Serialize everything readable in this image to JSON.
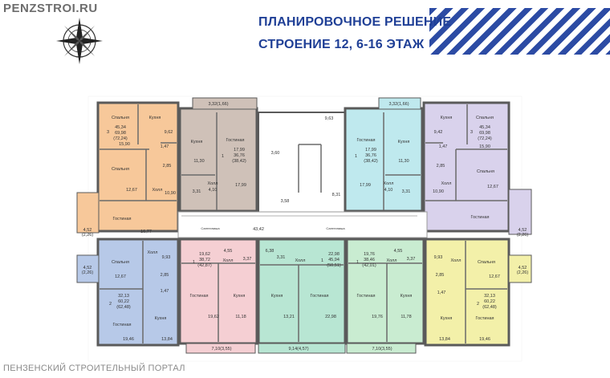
{
  "watermark_top": "PENZSTROI.RU",
  "watermark_bottom": "ПЕНЗЕНСКИЙ СТРОИТЕЛЬНЫЙ ПОРТАЛ",
  "title_line1": "ПЛАНИРОВОЧНОЕ РЕШЕНИЕ",
  "title_line2": "СТРОЕНИЕ 12, 6-16 ЭТАЖ",
  "colors": {
    "orange": "#f7c89a",
    "brown": "#cfc1b8",
    "cyan": "#bfe9ee",
    "lavender": "#d9d2ec",
    "blue": "#b7c9e8",
    "pink": "#f5cfd3",
    "green": "#b8e6d3",
    "lightgreen": "#c9ecd1",
    "yellow": "#f3f0a9",
    "wall": "#5a5a5a",
    "accent": "#2c4ba4"
  },
  "labels": {
    "ol_spalnya_a": "Спальня",
    "ol_kuhnya": "Кухня",
    "ol_rooms": "3",
    "ol_a1": "45,34",
    "ol_a2": "69,98",
    "ol_a3": "(72,24)",
    "ol_962": "9,62",
    "ol_1590": "15,90",
    "ol_147": "1,47",
    "ol_285": "2,85",
    "ol_spalnya_b": "Спальня",
    "ol_1267": "12,67",
    "ol_holl": "Холл",
    "ol_1090": "10,90",
    "ol_gostinaya": "Гостиная",
    "ol_1677": "16,77",
    "ol_balc": "4,52",
    "ol_balc2": "(2,26)",
    "ib_balc": "3,32(1,66)",
    "ib_kuhnya": "Кухня",
    "ib_gostinaya": "Гостиная",
    "ib_rooms": "1",
    "ib_a1": "17,99",
    "ib_a2": "36,76",
    "ib_a3": "(38,42)",
    "ib_1130": "11,30",
    "ib_1799": "17,99",
    "ib_331": "3,31",
    "ib_holl": "Холл",
    "ib_410": "4,10",
    "c_963": "9,63",
    "c_360": "3,60",
    "c_358": "3,58",
    "c_831": "8,31",
    "c_4342": "43,42",
    "c_sl": "Сантехниша",
    "c_sr": "Сантехниша",
    "ic_balc": "3,32(1,66)",
    "ic_gostinaya": "Гостиная",
    "ic_kuhnya": "Кухня",
    "ic_rooms": "1",
    "ic_a1": "17,99",
    "ic_a2": "36,76",
    "ic_a3": "(38,42)",
    "ic_1799": "17,99",
    "ic_1130": "11,30",
    "ic_holl": "Холл",
    "ic_410": "4,10",
    "ic_331": "3,31",
    "or_kuhnya": "Кухня",
    "or_spalnya_a": "Спальня",
    "or_rooms": "3",
    "or_a1": "45,34",
    "or_a2": "69,98",
    "or_a3": "(72,24)",
    "or_942": "9,42",
    "or_1590": "15,90",
    "or_147": "1,47",
    "or_285": "2,85",
    "or_spalnya_b": "Спальня",
    "or_holl": "Холл",
    "or_1090": "10,90",
    "or_1267": "12,67",
    "or_gostinaya": "Гостиная",
    "or_balc": "4,52",
    "or_balc2": "(2,26)",
    "bl_balc": "4,52",
    "bl_balc2": "(2,26)",
    "bl_holl": "Холл",
    "bl_993": "9,93",
    "bl_spalnya": "Спальня",
    "bl_1267": "12,67",
    "bl_285": "2,85",
    "bl_147": "1,47",
    "bl_rooms": "2",
    "bl_a1": "32,13",
    "bl_a2": "60,22",
    "bl_a3": "(62,48)",
    "bl_gostinaya": "Гостиная",
    "bl_kuhnya": "Кухня",
    "bl_1946": "19,46",
    "bl_1384": "13,84",
    "bp_455": "4,55",
    "bp_rooms": "1",
    "bp_a1": "19,62",
    "bp_a2": "38,72",
    "bp_a3": "(42,87)",
    "bp_holl": "Холл",
    "bp_337": "3,37",
    "bp_gostinaya": "Гостиная",
    "bp_kuhnya": "Кухня",
    "bp_1962": "19,62",
    "bp_1118": "11,18",
    "bp_balc": "7,10(3,55)",
    "bg_638": "6,38",
    "bg_331": "3,31",
    "bg_holl": "Холл",
    "bg_rooms": "1",
    "bg_a1": "22,98",
    "bg_a2": "45,94",
    "bg_a3": "(50,51)",
    "bg_kuhnya": "Кухня",
    "bg_gostinaya": "Гостиная",
    "bg_1321": "13,21",
    "bg_2298": "22,98",
    "bg_balc": "9,14(4,57)",
    "bl2_455": "4,55",
    "bl2_rooms": "1",
    "bl2_a1": "19,76",
    "bl2_a2": "38,46",
    "bl2_a3": "(42,01)",
    "bl2_holl": "Холл",
    "bl2_337": "3,37",
    "bl2_gostinaya": "Гостиная",
    "bl2_kuhnya": "Кухня",
    "bl2_1976": "19,76",
    "bl2_1178": "11,78",
    "bl2_balc": "7,10(3,55)",
    "by_993": "9,93",
    "by_holl": "Холл",
    "by_spalnya": "Спальня",
    "by_1267": "12,67",
    "by_285": "2,85",
    "by_147": "1,47",
    "by_rooms": "2",
    "by_a1": "32,13",
    "by_a2": "60,22",
    "by_a3": "(62,48)",
    "by_kuhnya": "Кухня",
    "by_gostinaya": "Гостиная",
    "by_1384": "13,84",
    "by_1946": "19,46",
    "by_balc": "4,52",
    "by_balc2": "(2,26)"
  }
}
